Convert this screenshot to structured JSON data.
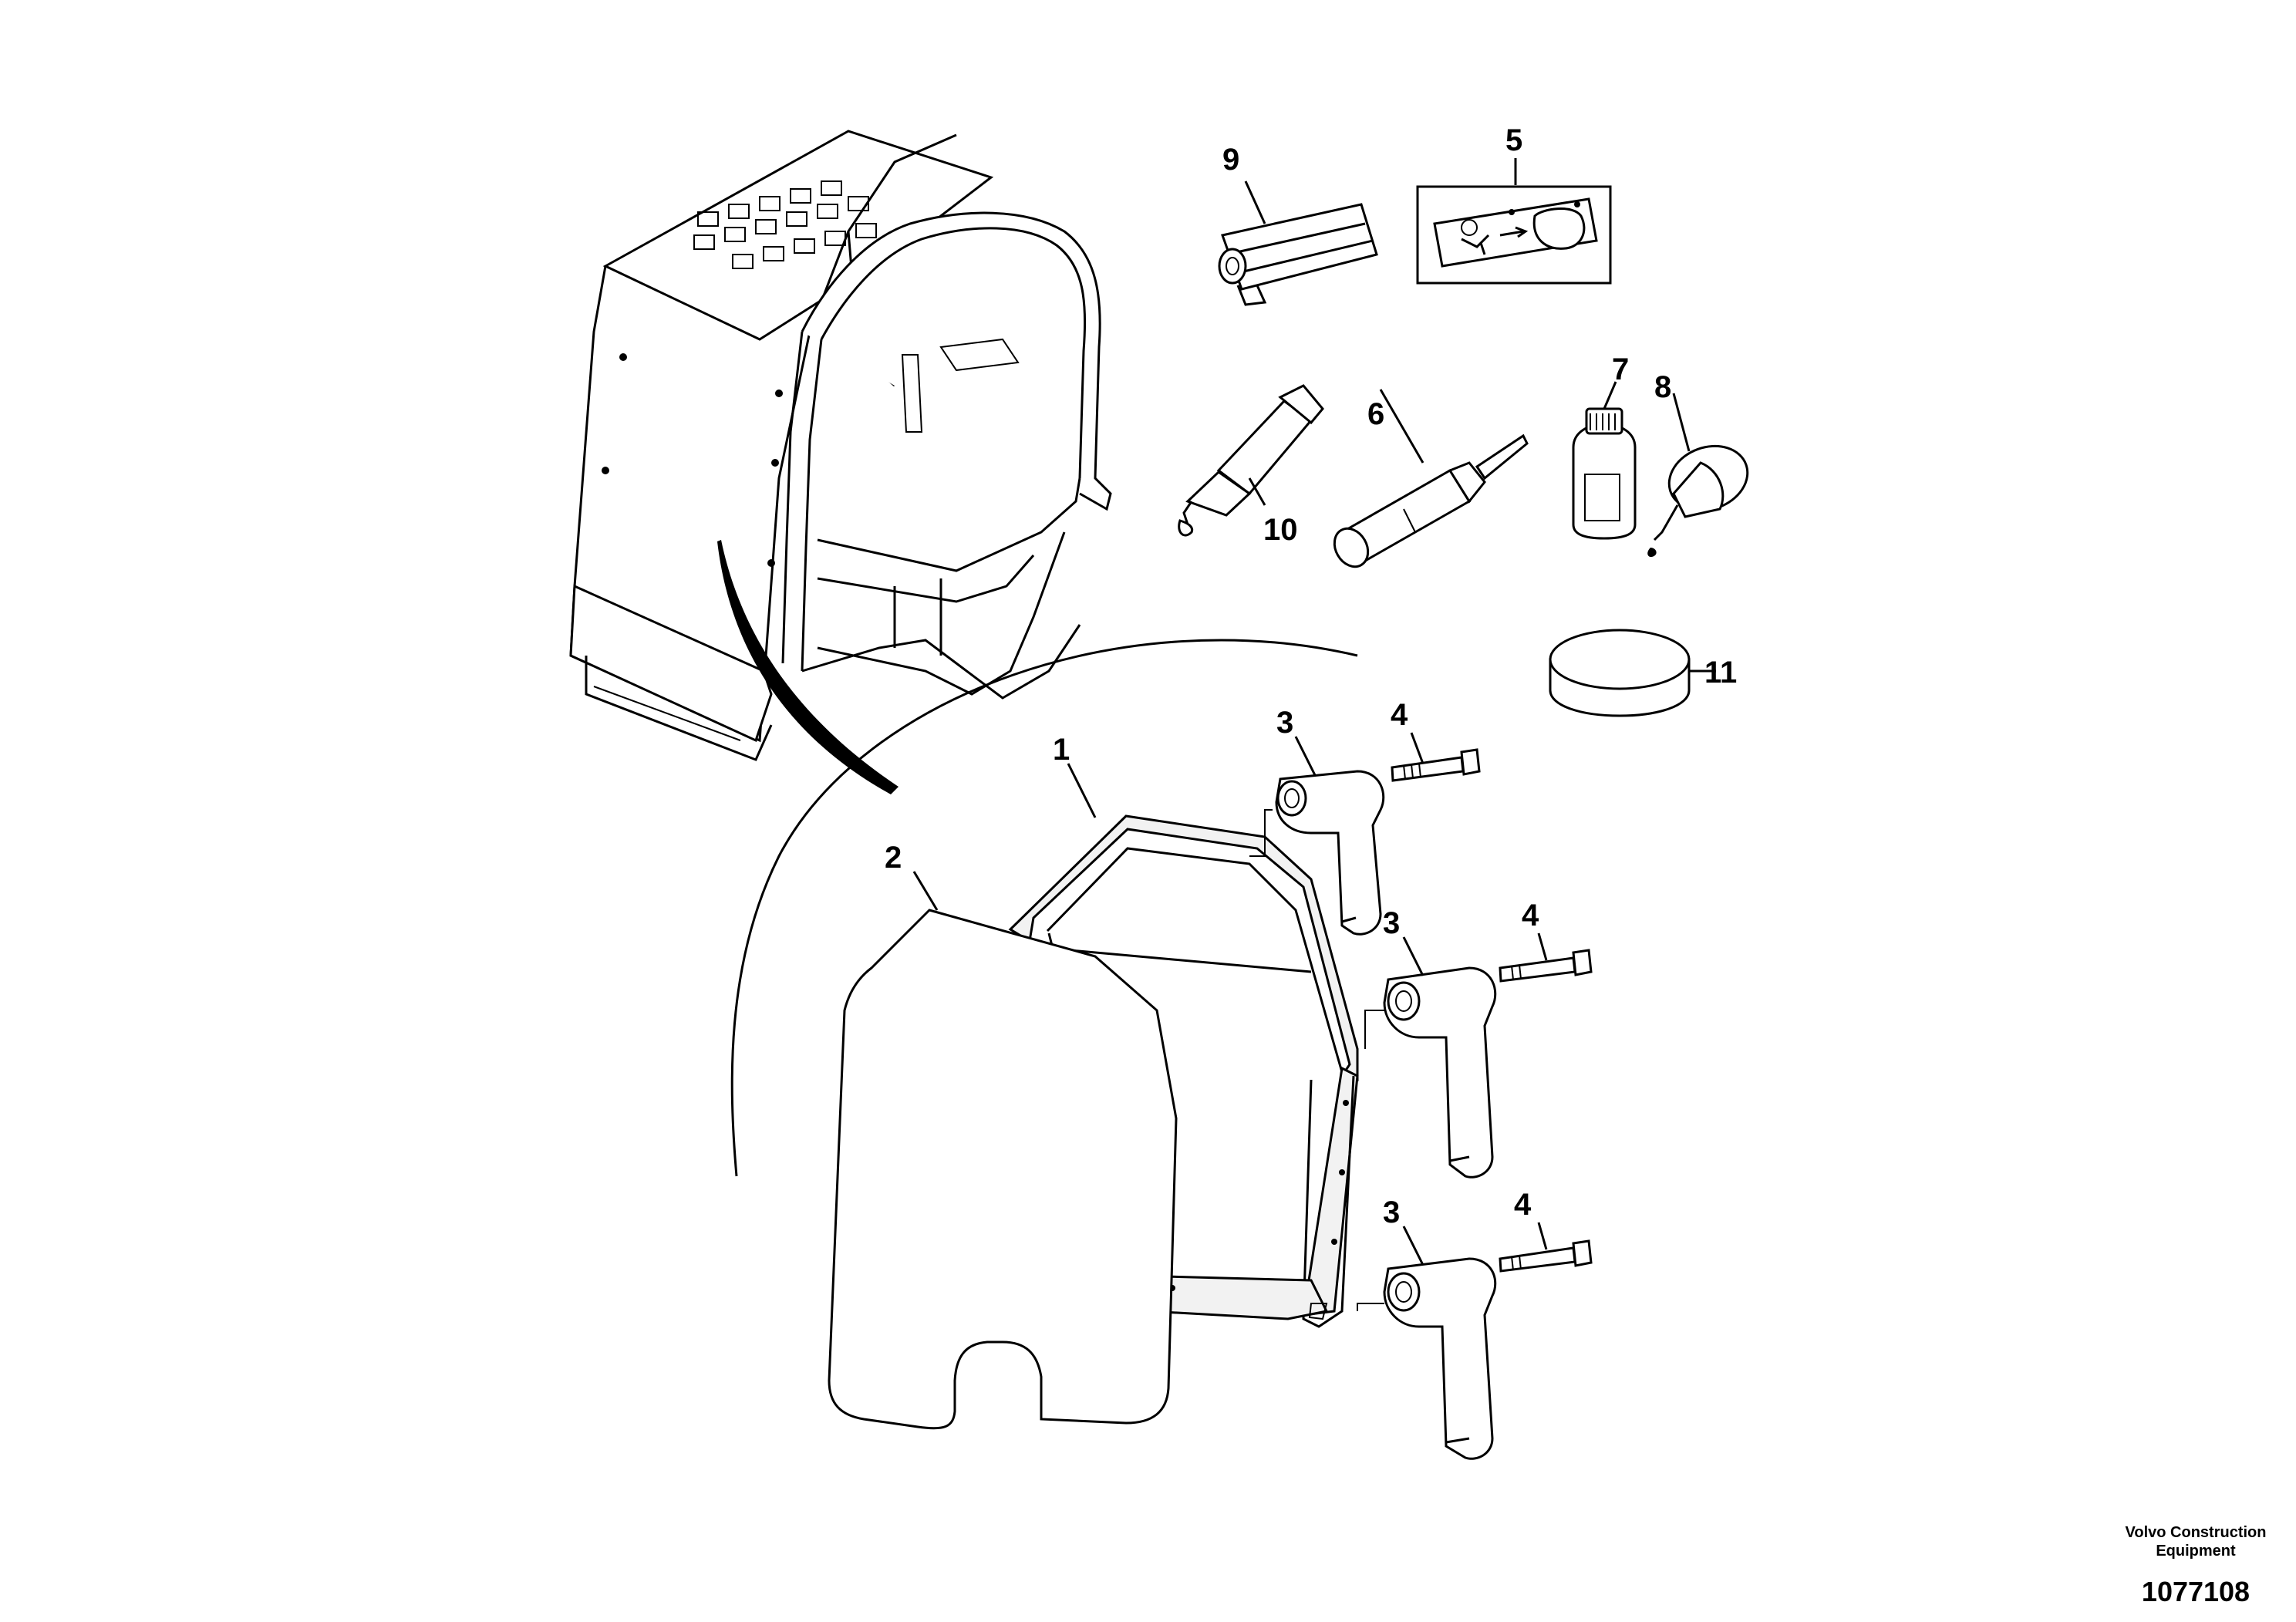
{
  "callouts": {
    "c1": "1",
    "c2": "2",
    "c3a": "3",
    "c3b": "3",
    "c3c": "3",
    "c4a": "4",
    "c4b": "4",
    "c4c": "4",
    "c5": "5",
    "c6": "6",
    "c7": "7",
    "c8": "8",
    "c9": "9",
    "c10": "10",
    "c11": "11"
  },
  "footer": {
    "brand": "Volvo Construction Equipment",
    "doc_number": "1077108"
  }
}
